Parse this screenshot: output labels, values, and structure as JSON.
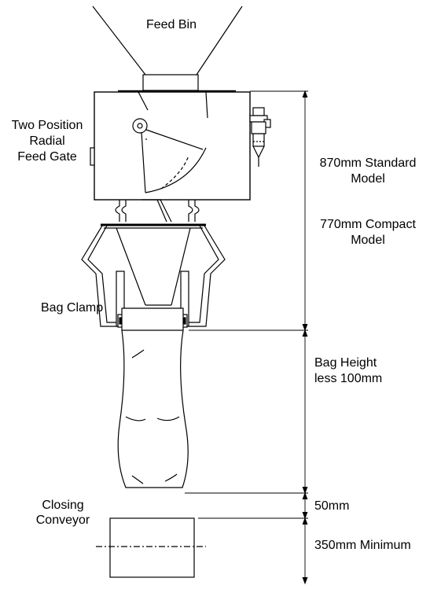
{
  "labels": {
    "feed_bin": "Feed Bin",
    "gate_line1": "Two Position",
    "gate_line2": "Radial",
    "gate_line3": "Feed Gate",
    "bag_clamp": "Bag Clamp",
    "closing_line1": "Closing",
    "closing_line2": "Conveyor",
    "std_line1": "870mm Standard",
    "std_line2": "Model",
    "compact_line1": "770mm Compact",
    "compact_line2": "Model",
    "bag_line1": "Bag Height",
    "bag_line2": "less 100mm",
    "gap_dim": "50mm",
    "conveyor_dim": "350mm Minimum"
  },
  "colors": {
    "line": "#000000",
    "background": "#ffffff"
  }
}
